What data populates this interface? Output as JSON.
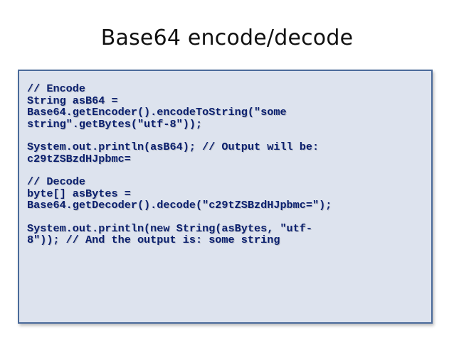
{
  "slide": {
    "title": "Base64 encode/decode"
  },
  "code": {
    "blocks": [
      [
        "// Encode",
        "String asB64 =",
        "Base64.getEncoder().encodeToString(\"some",
        "string\".getBytes(\"utf-8\"));"
      ],
      [
        "System.out.println(asB64); // Output will be:",
        "c29tZSBzdHJpbmc="
      ],
      [
        "// Decode",
        "byte[] asBytes =",
        "Base64.getDecoder().decode(\"c29tZSBzdHJpbmc=\");"
      ],
      [
        "System.out.println(new String(asBytes, \"utf-",
        "8\")); // And the output is: some string"
      ]
    ]
  },
  "colors": {
    "code_text": "#0a1f6e",
    "box_background": "#dde3ee",
    "box_border": "#4a6a9a"
  }
}
